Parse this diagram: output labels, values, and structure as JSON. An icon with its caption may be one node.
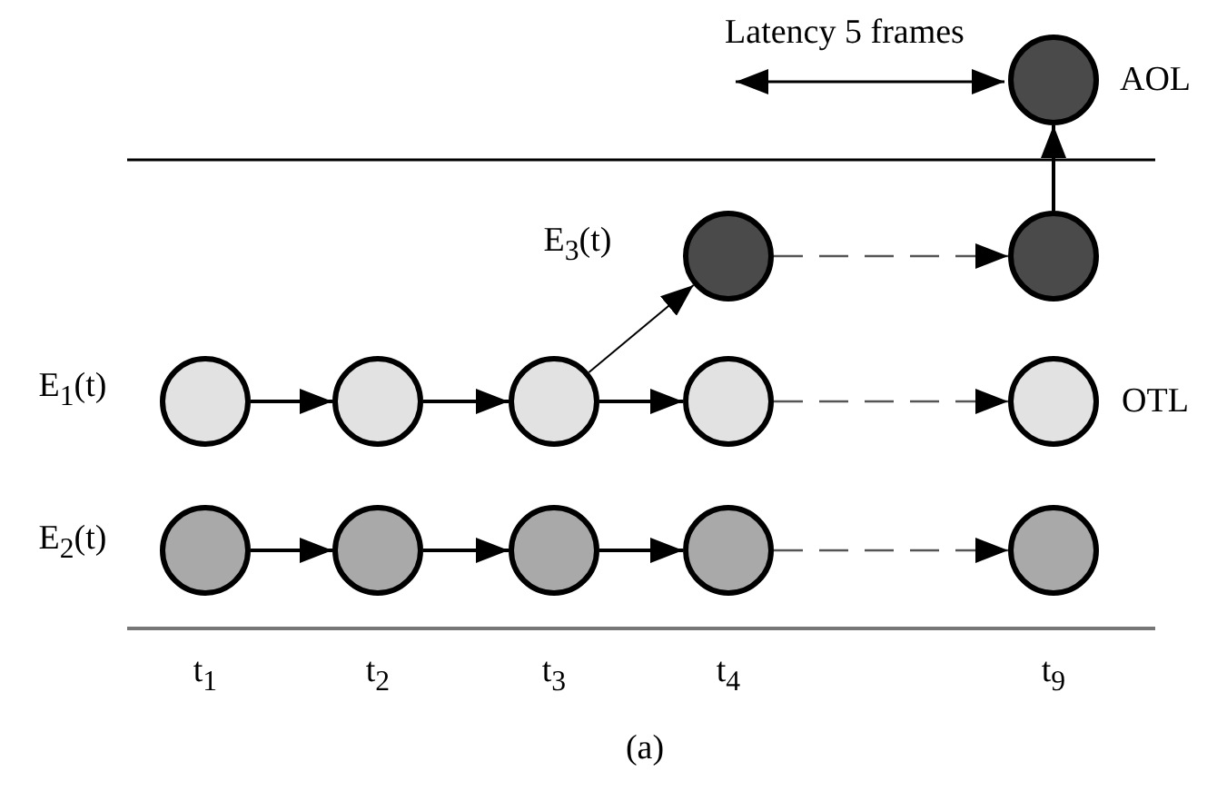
{
  "diagram": {
    "caption": "(a)",
    "nodes": [
      {
        "text": [],
        "shape": "circle"
      },
      {
        "text": [],
        "shape": "circle"
      },
      {
        "text": [],
        "shape": "circle"
      },
      {
        "text": [],
        "shape": "circle"
      },
      {
        "text": [],
        "shape": "circle"
      },
      {
        "text": [],
        "shape": "circle"
      },
      {
        "text": [],
        "shape": "circle"
      },
      {
        "text": [],
        "shape": "circle"
      },
      {
        "text": [],
        "shape": "circle"
      },
      {
        "text": [],
        "shape": "circle"
      },
      {
        "text": [],
        "shape": "circle"
      },
      {
        "text": [],
        "shape": "circle"
      },
      {
        "text": [],
        "shape": "circle"
      }
    ],
    "edges": [
      {
        "from": 3,
        "to": 4,
        "arrow": "to"
      },
      {
        "from": 4,
        "to": 5,
        "arrow": "to"
      },
      {
        "from": 5,
        "to": 6,
        "arrow": "to"
      },
      {
        "from": 6,
        "to": 7,
        "arrow": "to",
        "style": "dashed"
      },
      {
        "from": 5,
        "to": 1,
        "arrow": "to"
      },
      {
        "from": 1,
        "to": 2,
        "arrow": "to",
        "style": "dashed"
      },
      {
        "from": 2,
        "to": 0,
        "arrow": "to"
      },
      {
        "from": 8,
        "to": 9,
        "arrow": "to"
      },
      {
        "from": 9,
        "to": 10,
        "arrow": "to"
      },
      {
        "from": 10,
        "to": 11,
        "arrow": "to"
      },
      {
        "from": 11,
        "to": 12,
        "arrow": "to",
        "style": "dashed"
      }
    ],
    "labels": [
      "Latency 5 frames",
      "AOL",
      "E$_{3}$(t)",
      "E$_{1}$(t)",
      "OTL",
      "E$_{2}$(t)",
      "t$_{1}$",
      "t$_{2}$",
      "t$_{3}$",
      "t$_{4}$",
      "t$_{9}$"
    ]
  }
}
